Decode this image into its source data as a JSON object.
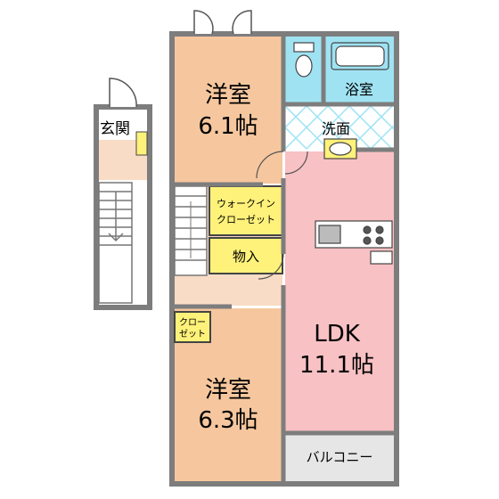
{
  "rooms": {
    "western_room_1": {
      "name": "洋室",
      "size": "6.1帖"
    },
    "western_room_2": {
      "name": "洋室",
      "size": "6.3帖"
    },
    "ldk": {
      "name": "LDK",
      "size": "11.1帖"
    },
    "entrance": {
      "name": "玄関"
    },
    "bathroom": {
      "name": "浴室"
    },
    "washroom": {
      "name": "洗面"
    },
    "walk_in_closet": {
      "line1": "ウォークイン",
      "line2": "クローゼット"
    },
    "storage": {
      "name": "物入"
    },
    "closet": {
      "line1": "クロー",
      "line2": "ゼット"
    },
    "balcony": {
      "name": "バルコニー"
    }
  },
  "colors": {
    "western_room": "#f6c79e",
    "ldk": "#f8c1c4",
    "bathroom": "#9fe3f3",
    "storage": "#fff27a",
    "hall": "#f8dcc6",
    "balcony": "#e6e6e6",
    "wall": "#7d7d7d"
  }
}
